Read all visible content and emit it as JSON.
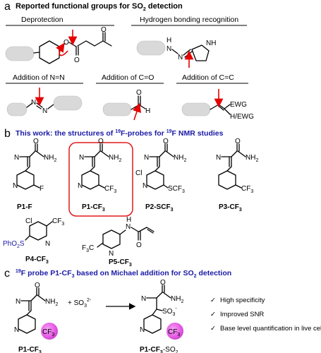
{
  "panel_a": {
    "letter": "a",
    "title": "Reported functional groups for SO",
    "title_sub": "2",
    "title_tail": " detection",
    "headers": {
      "deprotection": "Deprotection",
      "hbond": "Hydrogen bonding recognition",
      "addition_nn": "Addition of N=N",
      "addition_co": "Addition of C=O",
      "addition_cc": "Addition of C=C"
    },
    "atoms": {
      "o": "O",
      "n": "N",
      "h": "H",
      "nh": "NH",
      "ewg": "EWG",
      "h_ewg": "H/EWG"
    }
  },
  "panel_b": {
    "letter": "b",
    "title_pre": "This  work: the structures of ",
    "title_sup1": "19",
    "title_mid": "F-probes for ",
    "title_sup2": "19",
    "title_post": "F NMR studies",
    "probes": {
      "p1f": "P1-F",
      "p1cf3": "P1-CF",
      "p2scf3": "P2-SCF",
      "p3cf3": "P3-CF",
      "p4cf3": "P4-CF",
      "p5cf3": "P5-CF",
      "sub3": "3"
    },
    "atoms": {
      "n": "N",
      "o": "O",
      "nh2": "NH",
      "sub2": "2",
      "f": "F",
      "cf3": "CF",
      "scf3": "SCF",
      "cl": "Cl",
      "pho2s": "PhO",
      "pho2s_sub": "2",
      "pho2s_s": "S",
      "f3c": "F",
      "f3c_sub": "3",
      "f3c_c": "C",
      "h": "H"
    },
    "highlight_color": "#e01a1a"
  },
  "panel_c": {
    "letter": "c",
    "title_sup": "19",
    "title_pre": "F probe P1-CF",
    "title_sub": "3",
    "title_post": " based on Michael addition for SO",
    "title_sub2": "2",
    "title_tail": " detection",
    "reactant_plus": "+ SO",
    "reactant_sub": "3",
    "reactant_sup": "2-",
    "so3_minus": "SO",
    "so3_sub": "3",
    "so3_sup": "-",
    "label_reactant": "P1-CF",
    "label_product": "P1-CF",
    "label_product_tail": "-SO",
    "label_sub3": "3",
    "label_sub2": "2",
    "features": [
      "High specificity",
      "Improved SNR",
      "Base level quantification in live cell"
    ],
    "check": "✓",
    "magenta": "#e75ee6"
  }
}
